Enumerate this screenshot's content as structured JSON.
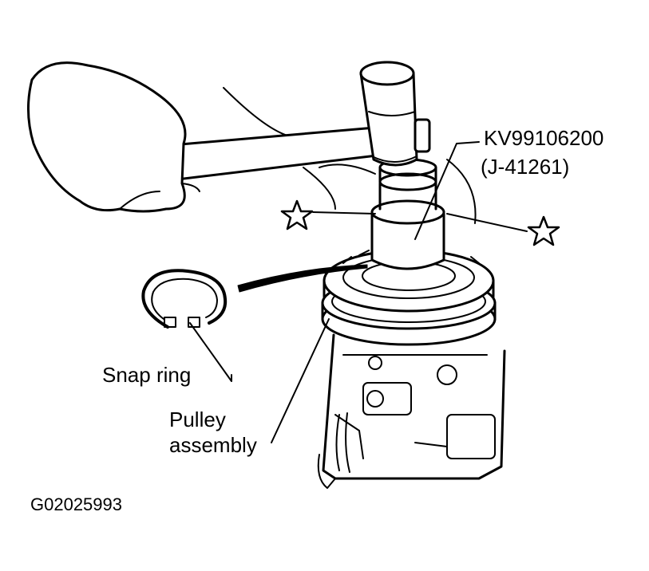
{
  "labels": {
    "tool_part_number": "KV99106200",
    "tool_alt_number": "(J-41261)",
    "snap_ring": "Snap ring",
    "pulley_line1": "Pulley",
    "pulley_line2": "assembly",
    "figure_id": "G02025993"
  },
  "symbols": {
    "star_left": "star-icon",
    "star_right": "star-icon"
  },
  "colors": {
    "ink": "#000000",
    "paper": "#ffffff"
  }
}
